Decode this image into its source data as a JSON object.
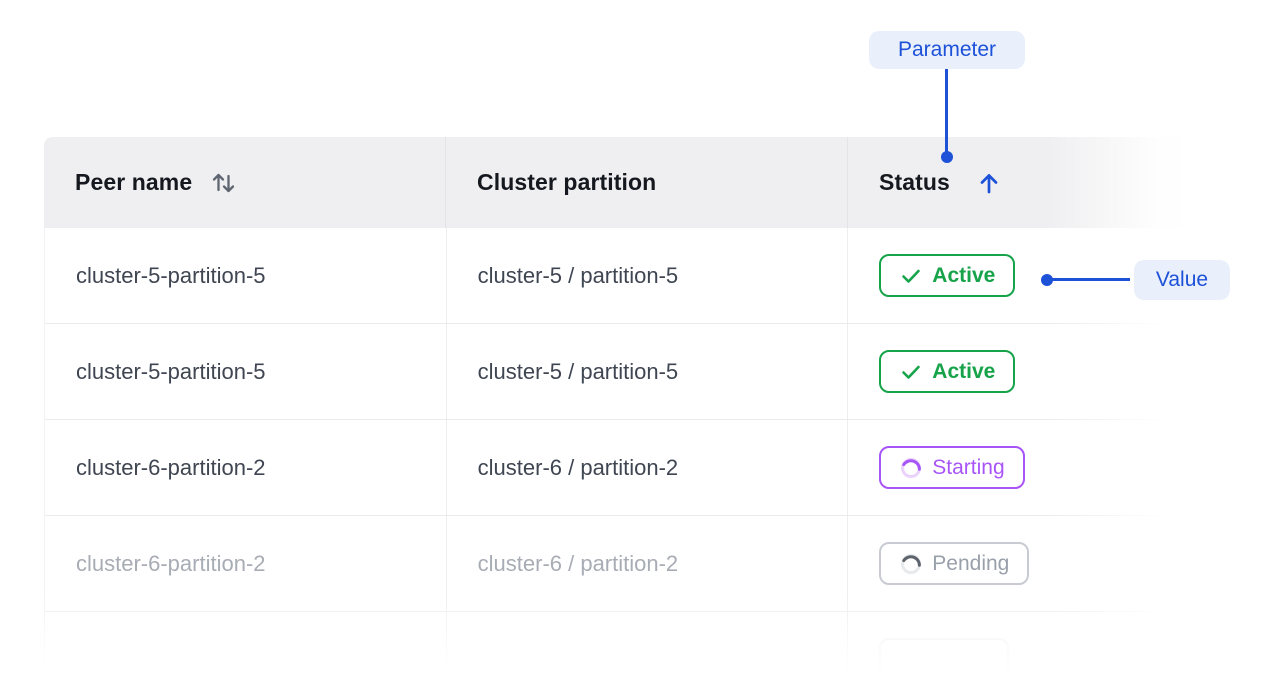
{
  "colors": {
    "annotation_blue": "#1d51d8",
    "annotation_pill_bg": "#e9f0fc",
    "active_green": "#16a34a",
    "starting_purple": "#a855f7",
    "pending_gray": "#99a0aa",
    "header_bg": "#efeff1",
    "body_text": "#3f4652",
    "faded_text": "#a8acb4"
  },
  "annotations": {
    "parameter": {
      "label": "Parameter"
    },
    "value": {
      "label": "Value"
    }
  },
  "table": {
    "columns": [
      {
        "label": "Peer name",
        "sort": "sortable",
        "icon": "sort-both-icon"
      },
      {
        "label": "Cluster partition",
        "sort": "none"
      },
      {
        "label": "Status",
        "sort": "ascending",
        "icon": "arrow-up-icon"
      }
    ],
    "rows": [
      {
        "peer_name": "cluster-5-partition-5",
        "cluster_partition": "cluster-5 / partition-5",
        "status": "Active",
        "state": "active",
        "faded": false
      },
      {
        "peer_name": "cluster-5-partition-5",
        "cluster_partition": "cluster-5 / partition-5",
        "status": "Active",
        "state": "active",
        "faded": false
      },
      {
        "peer_name": "cluster-6-partition-2",
        "cluster_partition": "cluster-6 / partition-2",
        "status": "Starting",
        "state": "starting",
        "faded": false
      },
      {
        "peer_name": "cluster-6-partition-2",
        "cluster_partition": "cluster-6 / partition-2",
        "status": "Pending",
        "state": "pending",
        "faded": true
      },
      {
        "peer_name": "",
        "cluster_partition": "",
        "status": "",
        "state": "ghost",
        "faded": true
      }
    ]
  }
}
